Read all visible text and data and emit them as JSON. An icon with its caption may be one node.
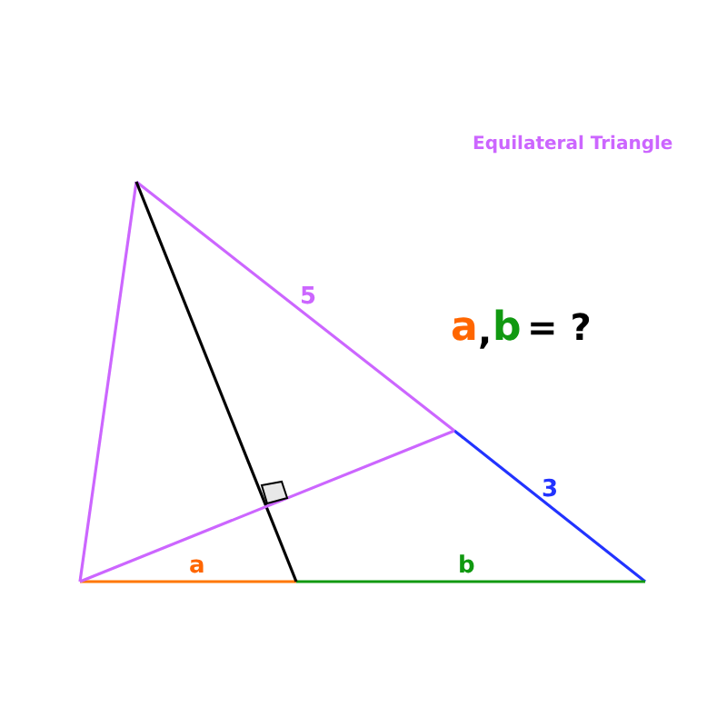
{
  "diagram": {
    "labels": [
      "Equilateral Triangle",
      "5",
      "a",
      ",",
      "b",
      "= ?",
      "3",
      "a",
      "b"
    ]
  }
}
